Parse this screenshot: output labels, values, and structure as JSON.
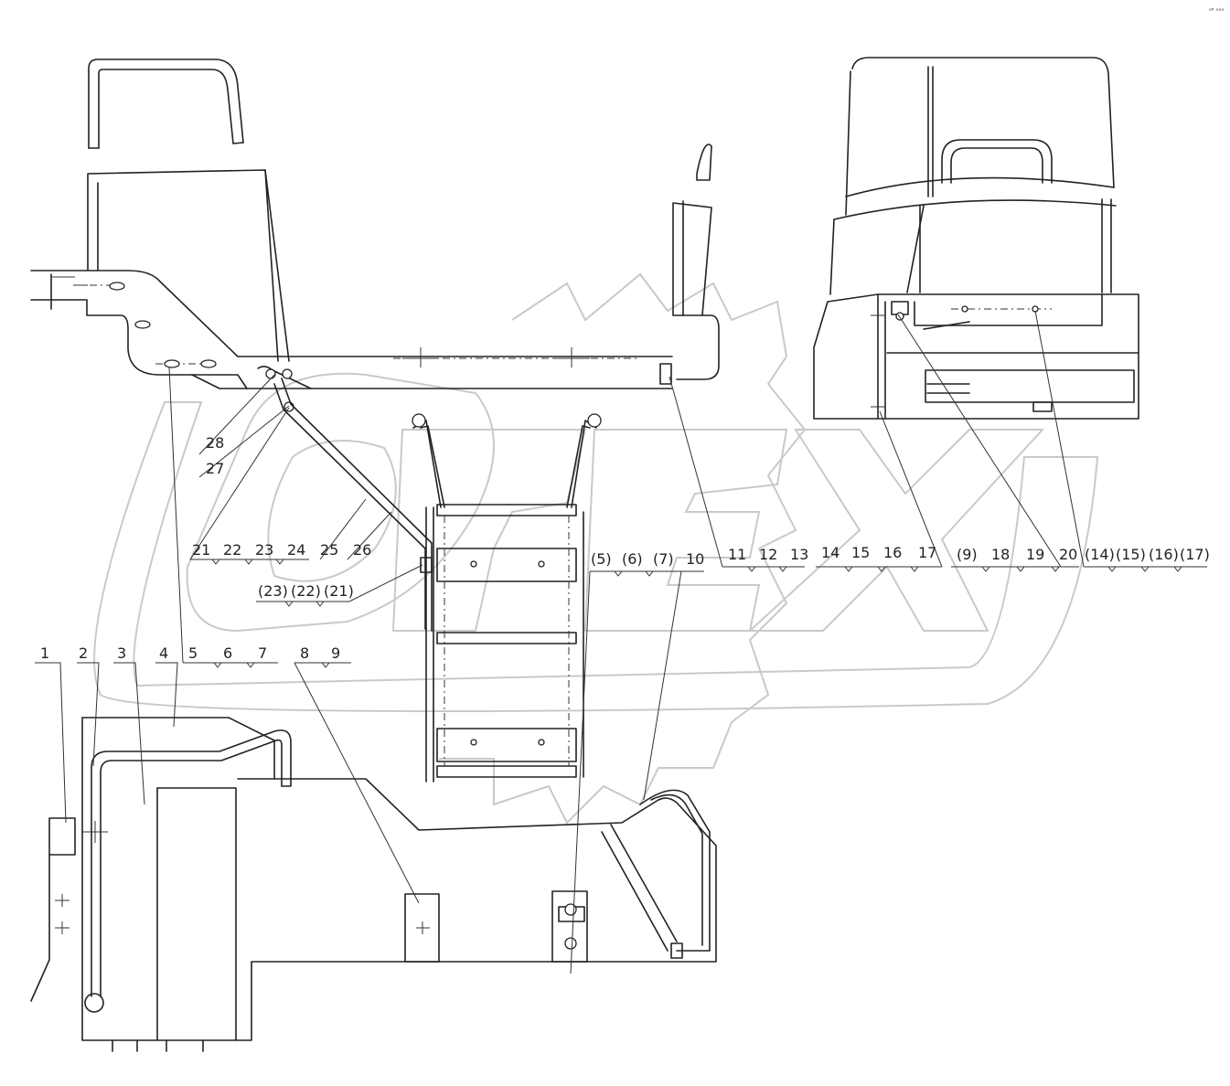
{
  "corner_note": "ᵒᴾ ᵒᵒᵒ",
  "watermark": "OPEX",
  "callout_groups": [
    {
      "id": "g1",
      "labels": [
        "1"
      ]
    },
    {
      "id": "g2",
      "labels": [
        "2"
      ]
    },
    {
      "id": "g3",
      "labels": [
        "3"
      ]
    },
    {
      "id": "g4",
      "labels": [
        "4"
      ]
    },
    {
      "id": "g5",
      "labels": [
        "5",
        "6",
        "7"
      ]
    },
    {
      "id": "g6",
      "labels": [
        "8",
        "9"
      ]
    },
    {
      "id": "g7",
      "labels": [
        "28"
      ]
    },
    {
      "id": "g8",
      "labels": [
        "27"
      ]
    },
    {
      "id": "g9",
      "labels": [
        "21",
        "22",
        "23",
        "24"
      ]
    },
    {
      "id": "g10",
      "labels": [
        "25"
      ]
    },
    {
      "id": "g11",
      "labels": [
        "26"
      ]
    },
    {
      "id": "g12",
      "labels": [
        "(23)",
        "(22)",
        "(21)"
      ]
    },
    {
      "id": "g13",
      "labels": [
        "(5)",
        "(6)",
        "(7)"
      ]
    },
    {
      "id": "g14",
      "labels": [
        "10"
      ]
    },
    {
      "id": "g15",
      "labels": [
        "11",
        "12",
        "13"
      ]
    },
    {
      "id": "g16",
      "labels": [
        "14",
        "15",
        "16",
        "17"
      ]
    },
    {
      "id": "g17",
      "labels": [
        "(9)",
        "18",
        "19",
        "20"
      ]
    },
    {
      "id": "g18",
      "labels": [
        "(14)",
        "(15)",
        "(16)",
        "(17)"
      ]
    }
  ]
}
